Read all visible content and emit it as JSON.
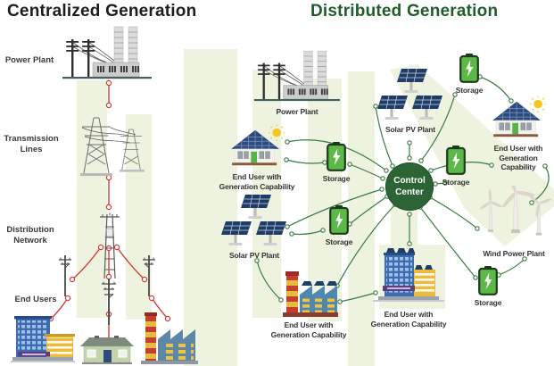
{
  "header": {
    "left_title": "Centralized Generation",
    "right_title": "Distributed Generation"
  },
  "centralized": {
    "stage_labels": {
      "power_plant": "Power Plant",
      "transmission_lines": "Transmission Lines",
      "distribution_network": "Distribution Network",
      "end_users": "End Users"
    }
  },
  "distributed": {
    "control_center_label": "Control Center",
    "nodes": {
      "power_plant": "Power Plant",
      "solar_pv_top": "Solar PV Plant",
      "storage_top": "Storage",
      "end_user_house_right": "End User with Generation Capability",
      "storage_right": "Storage",
      "wind_power_plant": "Wind Power Plant",
      "storage_bottom_right": "Storage",
      "end_user_building": "End User with Generation Capability",
      "end_user_factory": "End User with Generation Capability",
      "storage_bottom_mid": "Storage",
      "solar_pv_left": "Solar PV Plant",
      "storage_left": "Storage",
      "end_user_house_left": "End User with Generation Capability"
    }
  },
  "colors": {
    "title_green": "#215c2d",
    "control_center_green": "#2d6435",
    "link_green": "#3c7b42",
    "connector_red": "#d53a35",
    "battery_green": "#5cb947",
    "background_stripe": "#eef3e0"
  }
}
